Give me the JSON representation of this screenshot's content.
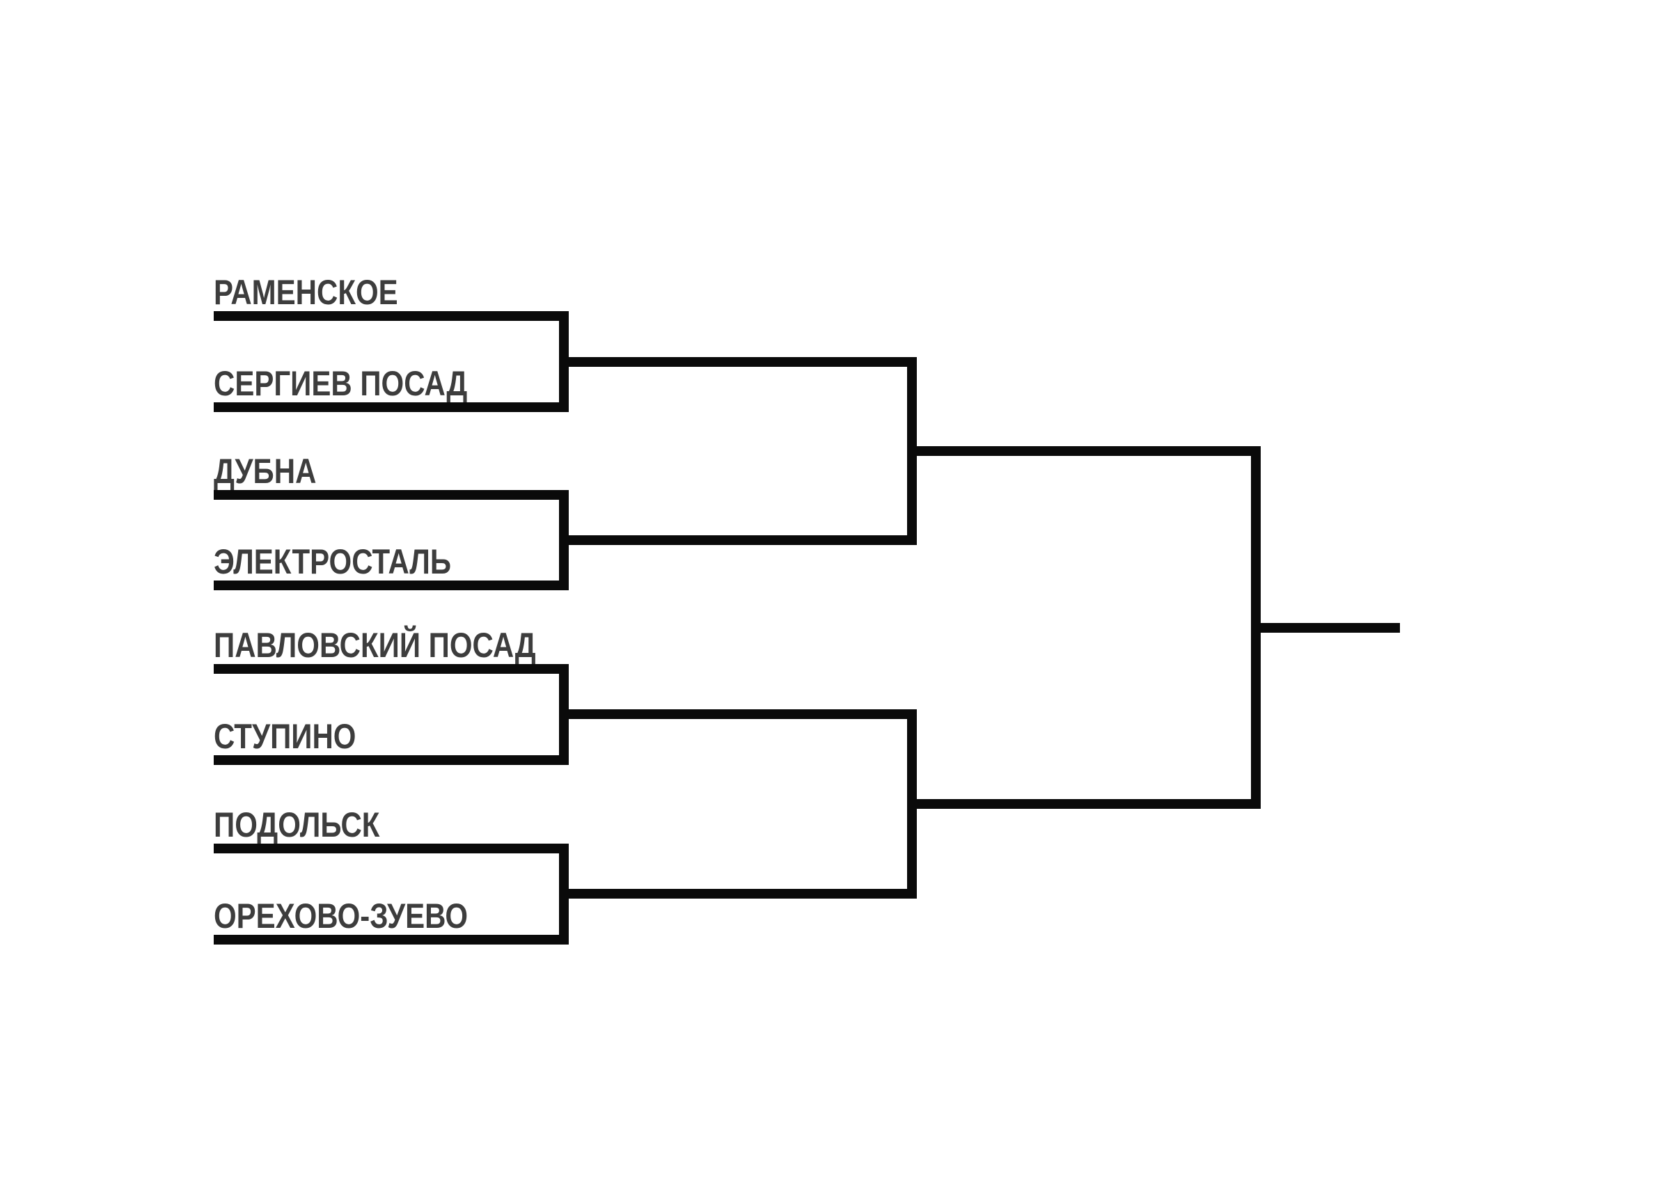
{
  "bracket": {
    "type": "single-elimination",
    "rounds_count": 3,
    "teams": [
      {
        "name": "РАМЕНСКОЕ"
      },
      {
        "name": "СЕРГИЕВ ПОСАД"
      },
      {
        "name": "ДУБНА"
      },
      {
        "name": "ЭЛЕКТРОСТАЛЬ"
      },
      {
        "name": "ПАВЛОВСКИЙ ПОСАД"
      },
      {
        "name": "СТУПИНО"
      },
      {
        "name": "ПОДОЛЬСК"
      },
      {
        "name": "ОРЕХОВО-ЗУЕВО"
      }
    ],
    "quarterfinals": [
      {
        "top": "РАМЕНСКОЕ",
        "bottom": "СЕРГИЕВ ПОСАД"
      },
      {
        "top": "ДУБНА",
        "bottom": "ЭЛЕКТРОСТАЛЬ"
      },
      {
        "top": "ПАВЛОВСКИЙ ПОСАД",
        "bottom": "СТУПИНО"
      },
      {
        "top": "ПОДОЛЬСК",
        "bottom": "ОРЕХОВО-ЗУЕВО"
      }
    ]
  },
  "colors": {
    "line": "#0a0a0a",
    "label": "#3d3d3d",
    "background": "#ffffff"
  }
}
